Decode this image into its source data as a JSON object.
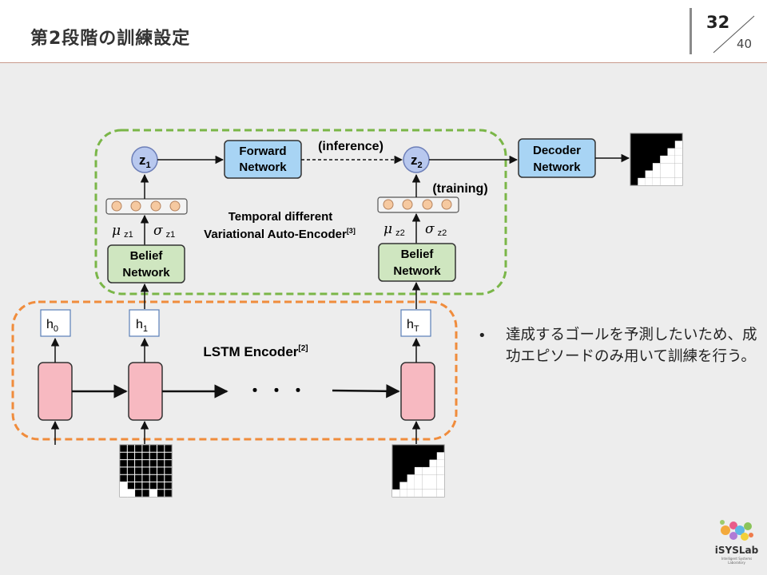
{
  "header": {
    "title": "第2段階の訓練設定",
    "page_number": "32",
    "page_total": "40"
  },
  "diagram": {
    "z1": "z",
    "z1_sub": "1",
    "z2": "z",
    "z2_sub": "2",
    "forward_network": [
      "Forward",
      "Network"
    ],
    "inference_label": "(inference)",
    "training_label": "(training)",
    "decoder_network": [
      "Decoder",
      "Network"
    ],
    "belief_network_1": [
      "Belief",
      "Network"
    ],
    "belief_network_2": [
      "Belief",
      "Network"
    ],
    "mu": "μ",
    "sigma": "σ",
    "mu_z1_sub": "z1",
    "sigma_z1_sub": "z1",
    "mu_z2_sub": "z2",
    "sigma_z2_sub": "z2",
    "tdvae_line1": "Temporal different",
    "tdvae_line2": "Variational Auto-Encoder",
    "tdvae_ref": "[3]",
    "lstm_label": "LSTM Encoder",
    "lstm_ref": "[2]",
    "h": "h",
    "h0_sub": "0",
    "h1_sub": "1",
    "hT_sub": "T",
    "ellipsis": "・ ・ ・"
  },
  "bullet": {
    "marker": "•",
    "text": "達成するゴールを予測したいため、成功エピソードのみ用いて訓練を行う。"
  },
  "logo": {
    "name": "iSYSLab",
    "subtitle": "Intelligent Systems Laboratory"
  },
  "colors": {
    "accent_line": "#c99a8c",
    "vae_dash": "#7ab648",
    "lstm_dash": "#f08c3c",
    "belief_fill": "#cfe6c0",
    "network_fill": "#a8d4f4",
    "lstm_cell": "#f7b9c1",
    "latent_node": "#b8c8ee",
    "mu_sigma_dot": "#f6c9a0"
  }
}
